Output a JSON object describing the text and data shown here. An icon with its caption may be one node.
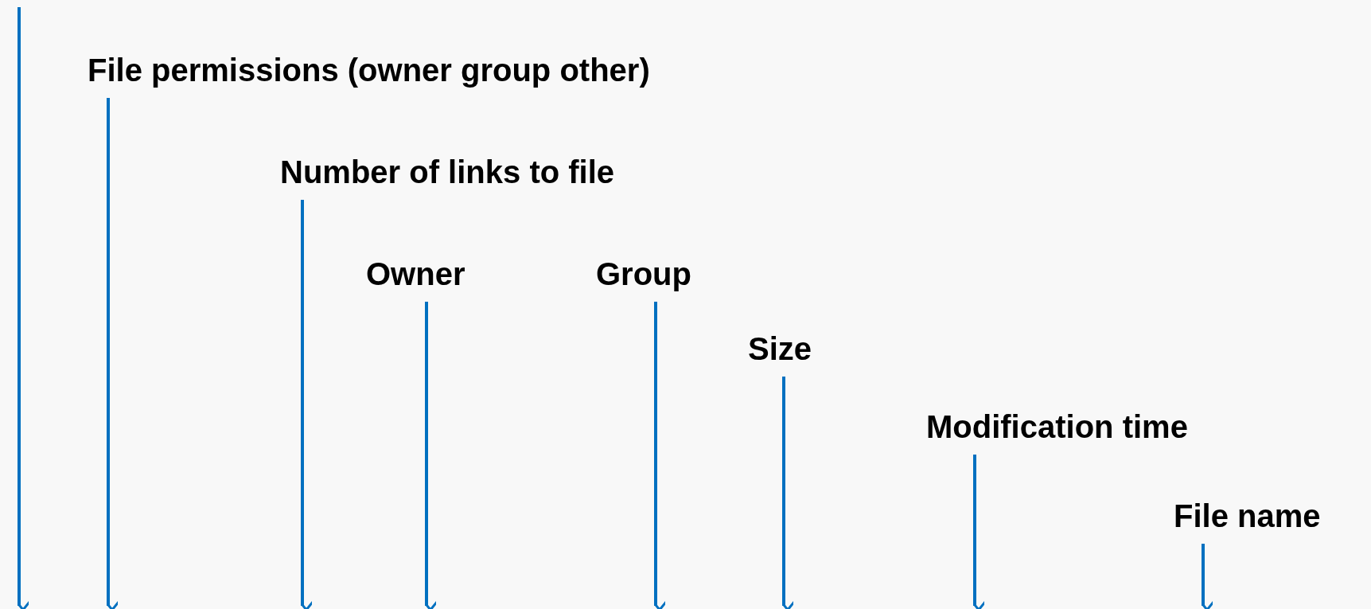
{
  "diagram": {
    "nodes": [
      {
        "text": [
          "File permissions (owner group other)"
        ]
      },
      {
        "text": [
          "Number of links to file"
        ]
      },
      {
        "text": [
          "Owner"
        ]
      },
      {
        "text": [
          "Group"
        ]
      },
      {
        "text": [
          "Size"
        ]
      },
      {
        "text": [
          "Modification time"
        ]
      },
      {
        "text": [
          "File name"
        ]
      }
    ],
    "edges": [
      {
        "from": 0,
        "to": null,
        "arrow": "to"
      },
      {
        "from": 1,
        "to": null,
        "arrow": "to"
      },
      {
        "from": 2,
        "to": null,
        "arrow": "to"
      },
      {
        "from": 3,
        "to": null,
        "arrow": "to"
      },
      {
        "from": 4,
        "to": null,
        "arrow": "to"
      },
      {
        "from": 5,
        "to": null,
        "arrow": "to"
      },
      {
        "from": 6,
        "to": null,
        "arrow": "to"
      }
    ]
  }
}
